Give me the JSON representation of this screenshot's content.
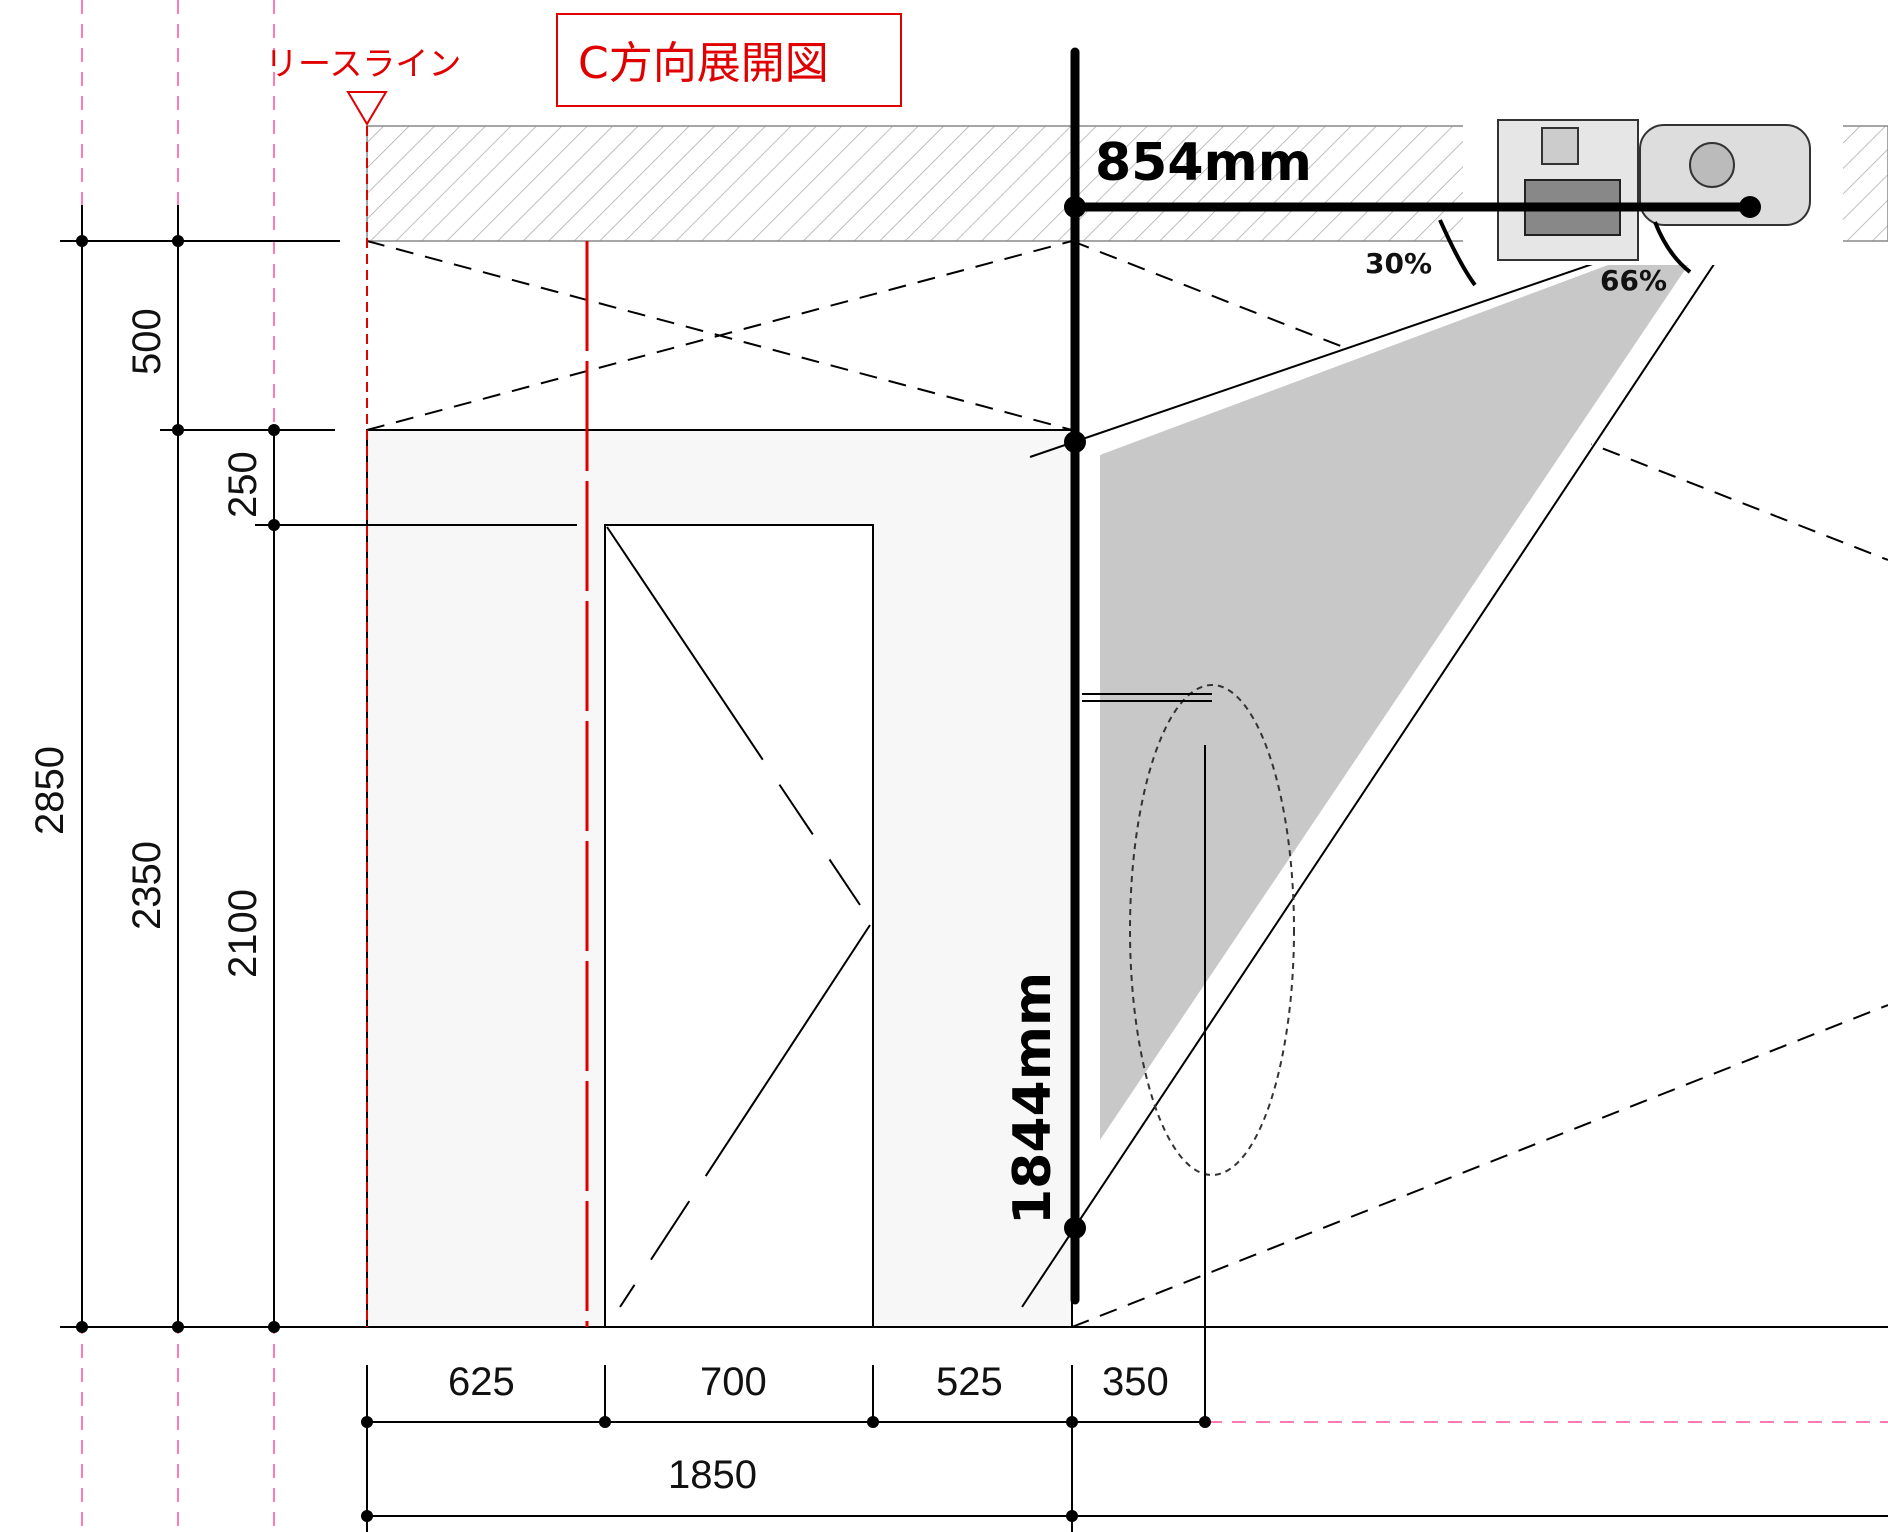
{
  "title": "C方向展開図",
  "lease_line_label": "リースライン",
  "horizontal_distance": "854mm",
  "vertical_distance": "1844mm",
  "angle_horizontal": "30%",
  "angle_vertical": "66%",
  "dimensions_vertical": {
    "total": "2850",
    "ceiling": "500",
    "height_to_ceiling": "2350",
    "above_door": "250",
    "door_height": "2100"
  },
  "dimensions_horizontal": {
    "seg1": "625",
    "seg2": "700",
    "seg3": "525",
    "seg4": "350",
    "total": "1850"
  },
  "colors": {
    "annotation_red": "#e00000",
    "guide_pink": "#ff7ab6",
    "coverage_fill": "#c8c8c8",
    "wall_fill": "#f7f7f7"
  },
  "icons": {
    "projector": "ceiling-projector-icon",
    "lease_marker": "triangle-down-icon"
  }
}
